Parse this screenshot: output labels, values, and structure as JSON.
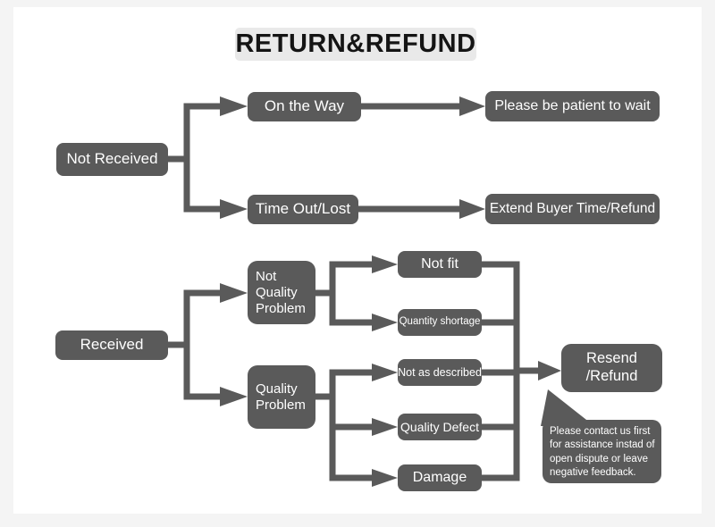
{
  "page": {
    "background": "#f4f4f4",
    "card_background": "#ffffff",
    "node_color": "#5a5a5a",
    "node_text_color": "#ffffff",
    "title_background": "#e9e9e9",
    "title_text_color": "#141414"
  },
  "title": "RETURN&REFUND",
  "flow": {
    "not_received_branch": {
      "root": "Not Received",
      "on_the_way": "On the Way",
      "on_the_way_outcome": "Please be patient to wait",
      "time_out_lost": "Time Out/Lost",
      "time_out_lost_outcome": "Extend Buyer Time/Refund"
    },
    "received_branch": {
      "root": "Received",
      "not_quality_problem": "Not\nQuality\nProblem",
      "quality_problem": "Quality\nProblem",
      "not_fit": "Not fit",
      "quantity_shortage": "Quantity shortage",
      "not_as_described": "Not as described",
      "quality_defect": "Quality Defect",
      "damage": "Damage",
      "outcome": "Resend\n/Refund"
    },
    "note": "Please contact us first for assistance instad of open dispute or leave negative feedback."
  }
}
